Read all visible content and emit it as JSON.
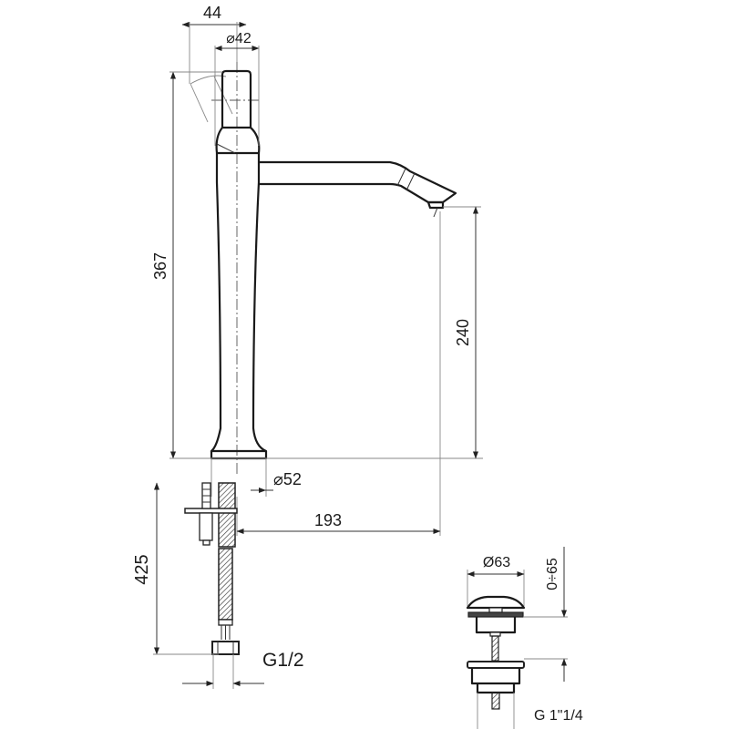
{
  "title": "Tall basin mixer technical drawing",
  "dimensions": {
    "handle_offset": "44",
    "handle_diameter": "⌀42",
    "total_height": "367",
    "spout_height": "240",
    "base_diameter": "⌀52",
    "spout_reach": "193",
    "hose_length": "425",
    "hose_thread": "G1/2",
    "waste_diameter": "Ø63",
    "waste_stroke": "0÷65",
    "waste_thread": "G 1\"1/4"
  }
}
